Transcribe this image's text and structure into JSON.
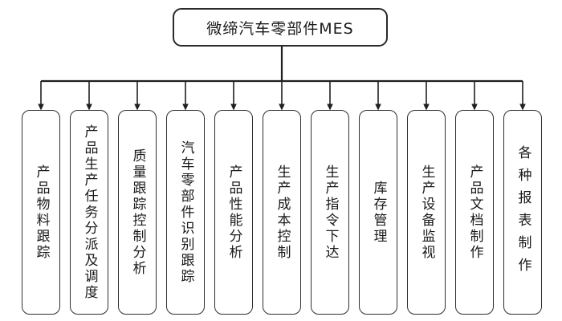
{
  "diagram": {
    "type": "hierarchy-tree",
    "root": {
      "label": "微缔汽车零部件MES"
    },
    "children": [
      {
        "label": "产品物料跟踪"
      },
      {
        "label": "产品生产任务分派及调度"
      },
      {
        "label": "质量跟踪控制分析"
      },
      {
        "label": "汽车零部件识别跟踪"
      },
      {
        "label": "产品性能分析"
      },
      {
        "label": "生产成本控制"
      },
      {
        "label": "生产指令下达"
      },
      {
        "label": "库存管理"
      },
      {
        "label": "生产设备监视"
      },
      {
        "label": "产品文档制作"
      },
      {
        "label": "各种报表制作"
      }
    ],
    "colors": {
      "background": "#ffffff",
      "line": "#1f1f1f",
      "box_border": "#2f2f2f",
      "text": "#1a1a1a"
    }
  }
}
